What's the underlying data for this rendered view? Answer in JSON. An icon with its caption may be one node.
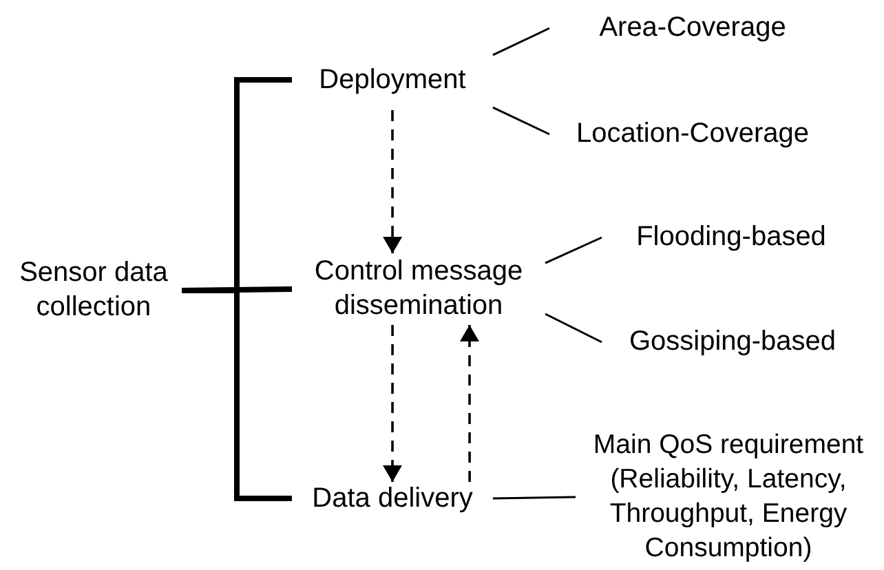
{
  "diagram": {
    "nodes": [
      {
        "text": [
          "Sensor data collection"
        ]
      },
      {
        "text": [
          "Deployment"
        ]
      },
      {
        "text": [
          "Area-Coverage"
        ]
      },
      {
        "text": [
          "Location-Coverage"
        ]
      },
      {
        "text": [
          "Control message dissemination"
        ]
      },
      {
        "text": [
          "Flooding-based"
        ]
      },
      {
        "text": [
          "Gossiping-based"
        ]
      },
      {
        "text": [
          "Data delivery"
        ]
      },
      {
        "text": [
          "Main QoS requirement (Reliability, Latency, Throughput, Energy Consumption)"
        ]
      }
    ],
    "edges": [
      {
        "from": 0,
        "to": 1,
        "arrow": "none",
        "style": "thick"
      },
      {
        "from": 0,
        "to": 4,
        "arrow": "none",
        "style": "thick"
      },
      {
        "from": 0,
        "to": 7,
        "arrow": "none",
        "style": "thick"
      },
      {
        "from": 1,
        "to": 2,
        "arrow": "none"
      },
      {
        "from": 1,
        "to": 3,
        "arrow": "none"
      },
      {
        "from": 1,
        "to": 4,
        "arrow": "to",
        "style": "dashed"
      },
      {
        "from": 4,
        "to": 5,
        "arrow": "none"
      },
      {
        "from": 4,
        "to": 6,
        "arrow": "none"
      },
      {
        "from": 4,
        "to": 7,
        "arrow": "to",
        "style": "dashed"
      },
      {
        "from": 7,
        "to": 4,
        "arrow": "to",
        "style": "dashed"
      },
      {
        "from": 7,
        "to": 8,
        "arrow": "none"
      }
    ]
  }
}
